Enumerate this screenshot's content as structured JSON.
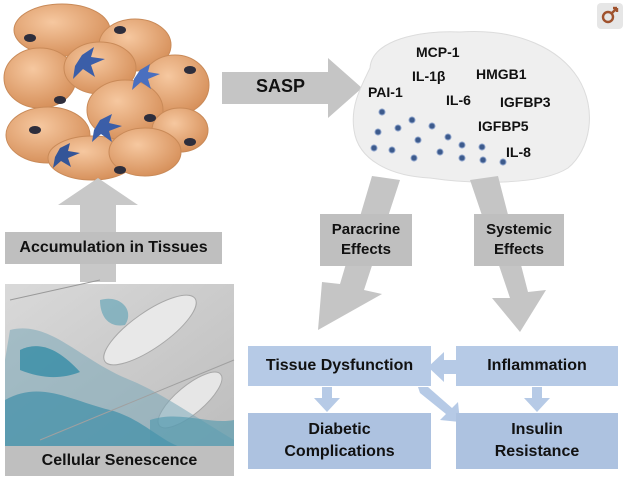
{
  "sasp_label": "SASP",
  "cytokines": [
    "MCP-1",
    "IL-1β",
    "HMGB1",
    "PAI-1",
    "IL-6",
    "IGFBP3",
    "IGFBP5",
    "IL-8"
  ],
  "accumulation_label": "Accumulation in Tissues",
  "senescence_label": "Cellular Senescence",
  "paracrine": [
    "Paracrine",
    "Effects"
  ],
  "systemic": [
    "Systemic",
    "Effects"
  ],
  "tissue_dysfunction": "Tissue Dysfunction",
  "inflammation": "Inflammation",
  "diabetic": [
    "Diabetic",
    "Complications"
  ],
  "insulin": [
    "Insulin",
    "Resistance"
  ],
  "corner_icon": "female-symbol-icon",
  "colors": {
    "cell": "#dfa070",
    "arrow": "#c8c8c8",
    "box": "#b6cae6",
    "sasp_cloud": "#eeeeee",
    "sasp_dot": "#3c5a8c"
  }
}
